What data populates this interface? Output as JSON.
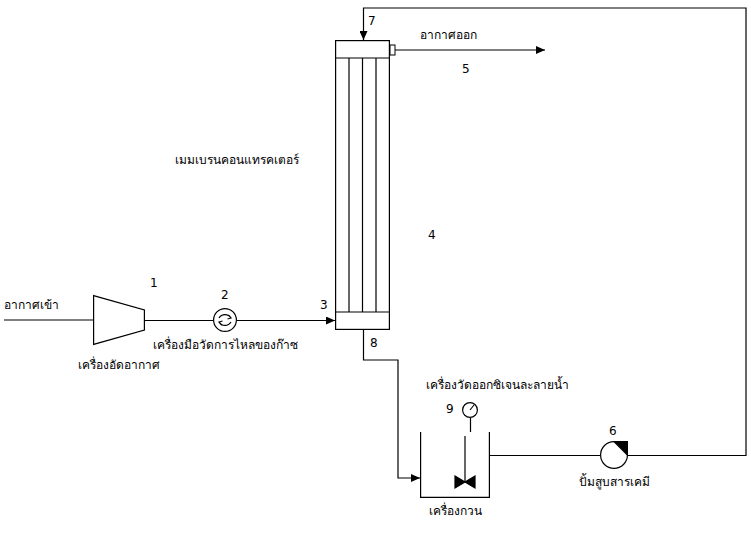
{
  "diagram": {
    "nodes": [
      {
        "text": [
          "เมมเบรนคอนแทรคเตอร์"
        ]
      },
      {
        "text": [
          "เครื่องอัดอากาศ"
        ]
      },
      {
        "text": [
          "เครื่องมือวัดการไหลของก๊าซ"
        ]
      },
      {
        "text": [
          "เครื่องวัดออกซิเจนละลายน้ำ"
        ]
      },
      {
        "text": [
          "เครื่องกวน"
        ]
      },
      {
        "text": [
          "ปั้มสูบสารเคมี"
        ]
      }
    ],
    "edges": [
      {
        "from": 1,
        "to": 2,
        "arrow": "none"
      },
      {
        "from": 2,
        "to": 0,
        "arrow": "to"
      },
      {
        "from": 0,
        "to": 4,
        "arrow": "to"
      },
      {
        "from": 3,
        "to": 4,
        "arrow": "none"
      },
      {
        "from": 4,
        "to": 5,
        "arrow": "none"
      },
      {
        "from": 5,
        "to": 0,
        "arrow": "to"
      }
    ],
    "labels": [
      "อากาศเข้า",
      "อากาศออก",
      "1",
      "2",
      "3",
      "4",
      "5",
      "6",
      "7",
      "8",
      "9"
    ]
  }
}
